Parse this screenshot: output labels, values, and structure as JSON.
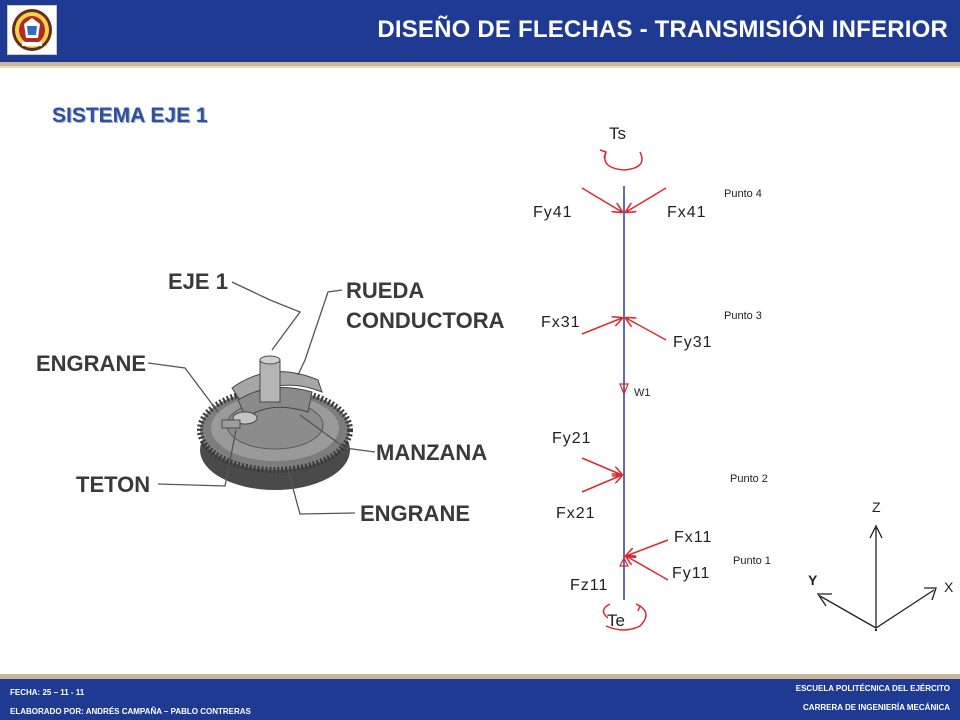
{
  "header": {
    "title": "DISEÑO DE FLECHAS - TRANSMISIÓN INFERIOR",
    "logo_icon": "university-seal-icon"
  },
  "section_title": "SISTEMA EJE 1",
  "assembly": {
    "labels": {
      "eje": "EJE 1",
      "rueda_1": "RUEDA",
      "rueda_2": "CONDUCTORA",
      "engrane_top": "ENGRANE",
      "manzana": "MANZANA",
      "teton": "TETON",
      "engrane_bottom": "ENGRANE"
    }
  },
  "free_body": {
    "torque_top": "Ts",
    "torque_bottom": "Te",
    "weight": "W1",
    "punto_4": "Punto 4",
    "punto_3": "Punto 3",
    "punto_2": "Punto 2",
    "punto_1": "Punto 1",
    "fy41": "Fy41",
    "fx41": "Fx41",
    "fx31": "Fx31",
    "fy31": "Fy31",
    "fy21": "Fy21",
    "fx21": "Fx21",
    "fx11": "Fx11",
    "fy11": "Fy11",
    "fz11": "Fz11"
  },
  "axes": {
    "z": "Z",
    "y": "Y",
    "x": "X"
  },
  "footer": {
    "date": "FECHA: 25 – 11 - 11",
    "authors": "ELABORADO POR: ANDRÉS CAMPAÑA – PABLO CONTRERAS",
    "school": "ESCUELA POLITÉCNICA DEL EJÉRCITO",
    "career": "CARRERA DE INGENIERÍA MECÁNICA"
  },
  "colors": {
    "header": "#1f3a93",
    "accent": "#c9b99a",
    "force_arrows": "#e0282c",
    "shaft": "#2b3a9a"
  }
}
